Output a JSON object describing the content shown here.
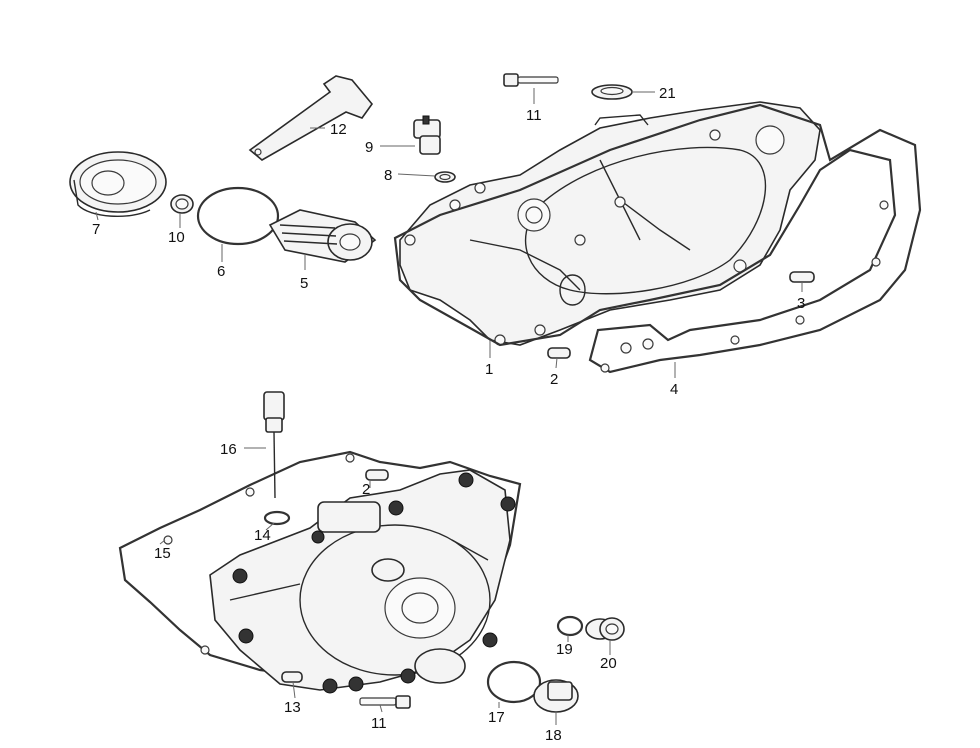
{
  "diagram": {
    "callouts": [
      {
        "id": "1",
        "label": "1"
      },
      {
        "id": "2a",
        "label": "2"
      },
      {
        "id": "2b",
        "label": "2"
      },
      {
        "id": "3",
        "label": "3"
      },
      {
        "id": "4",
        "label": "4"
      },
      {
        "id": "5",
        "label": "5"
      },
      {
        "id": "6",
        "label": "6"
      },
      {
        "id": "7",
        "label": "7"
      },
      {
        "id": "8",
        "label": "8"
      },
      {
        "id": "9",
        "label": "9"
      },
      {
        "id": "10",
        "label": "10"
      },
      {
        "id": "11a",
        "label": "11"
      },
      {
        "id": "11b",
        "label": "11"
      },
      {
        "id": "12",
        "label": "12"
      },
      {
        "id": "13",
        "label": "13"
      },
      {
        "id": "14",
        "label": "14"
      },
      {
        "id": "15",
        "label": "15"
      },
      {
        "id": "16",
        "label": "16"
      },
      {
        "id": "17",
        "label": "17"
      },
      {
        "id": "18",
        "label": "18"
      },
      {
        "id": "19",
        "label": "19"
      },
      {
        "id": "20",
        "label": "20"
      },
      {
        "id": "21",
        "label": "21"
      }
    ]
  }
}
